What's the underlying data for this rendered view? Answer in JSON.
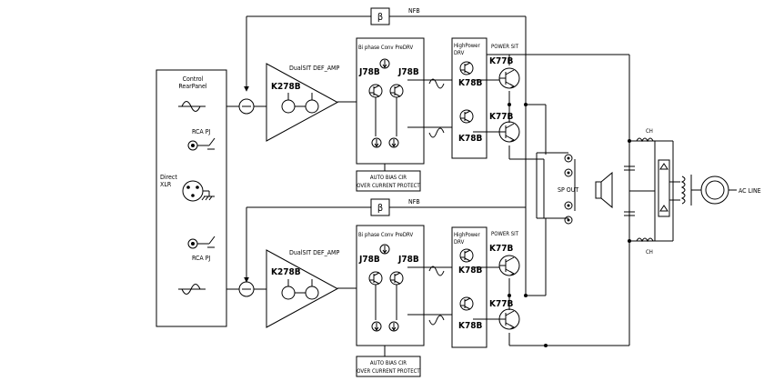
{
  "labels": {
    "control_rear_panel": [
      "Control",
      "RearPanel"
    ],
    "rca_pj": "RCA PJ",
    "direct_xlr": [
      "Direct",
      "XLR"
    ],
    "nfb": "NFB",
    "beta": "β",
    "dual_sit_amp": "DualSIT DEF_AMP",
    "k278b": "K278B",
    "bi_phase": "Bi phase Conv PreDRV",
    "j78b": "J78B",
    "high_power_drv": [
      "HighPower",
      "DRV"
    ],
    "power_sit": "POWER SIT",
    "k77b": "K77B",
    "k78b": "K78B",
    "auto_bias": [
      "AUTO BIAS CIR",
      "OVER CURRENT PROTECT"
    ],
    "sp_out": "SP OUT",
    "ch": "CH",
    "ac_line": "AC LINE"
  },
  "icons": [
    "sine-wave",
    "inverted-sine-wave",
    "summing-junction",
    "differential-amplifier",
    "jfet",
    "sit-transistor",
    "speaker-terminal",
    "speaker",
    "capacitor",
    "bridge-rectifier",
    "transformer",
    "ground"
  ]
}
